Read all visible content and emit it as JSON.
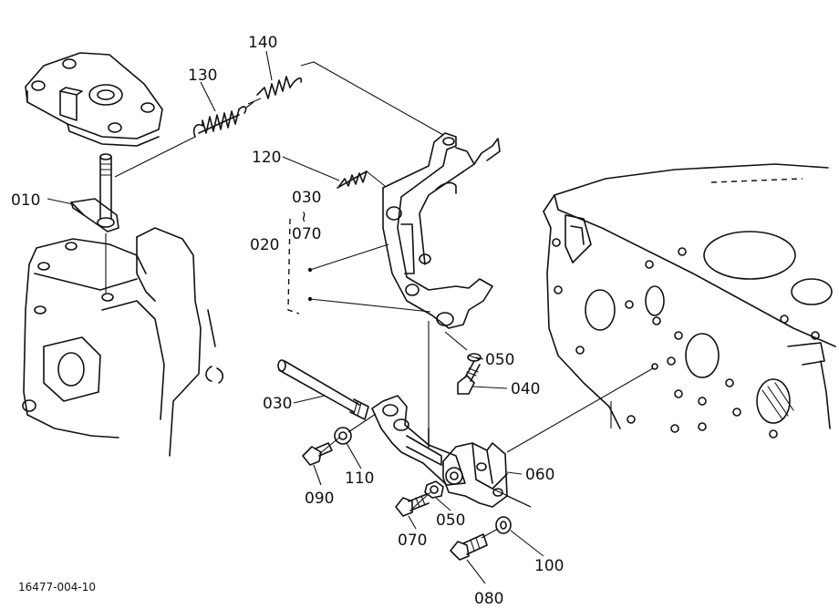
{
  "diagram": {
    "reference_code": "16477-004-10",
    "parts": {
      "p010": "010",
      "p020": "020",
      "p030a": "030",
      "p030b": "030",
      "p040": "040",
      "p050a": "050",
      "p050b": "050",
      "p060": "060",
      "p070a": "070",
      "p070b": "070",
      "p080": "080",
      "p090": "090",
      "p100": "100",
      "p110": "110",
      "p120": "120",
      "p130": "130",
      "p140": "140"
    },
    "bracket_separator": "≀"
  }
}
